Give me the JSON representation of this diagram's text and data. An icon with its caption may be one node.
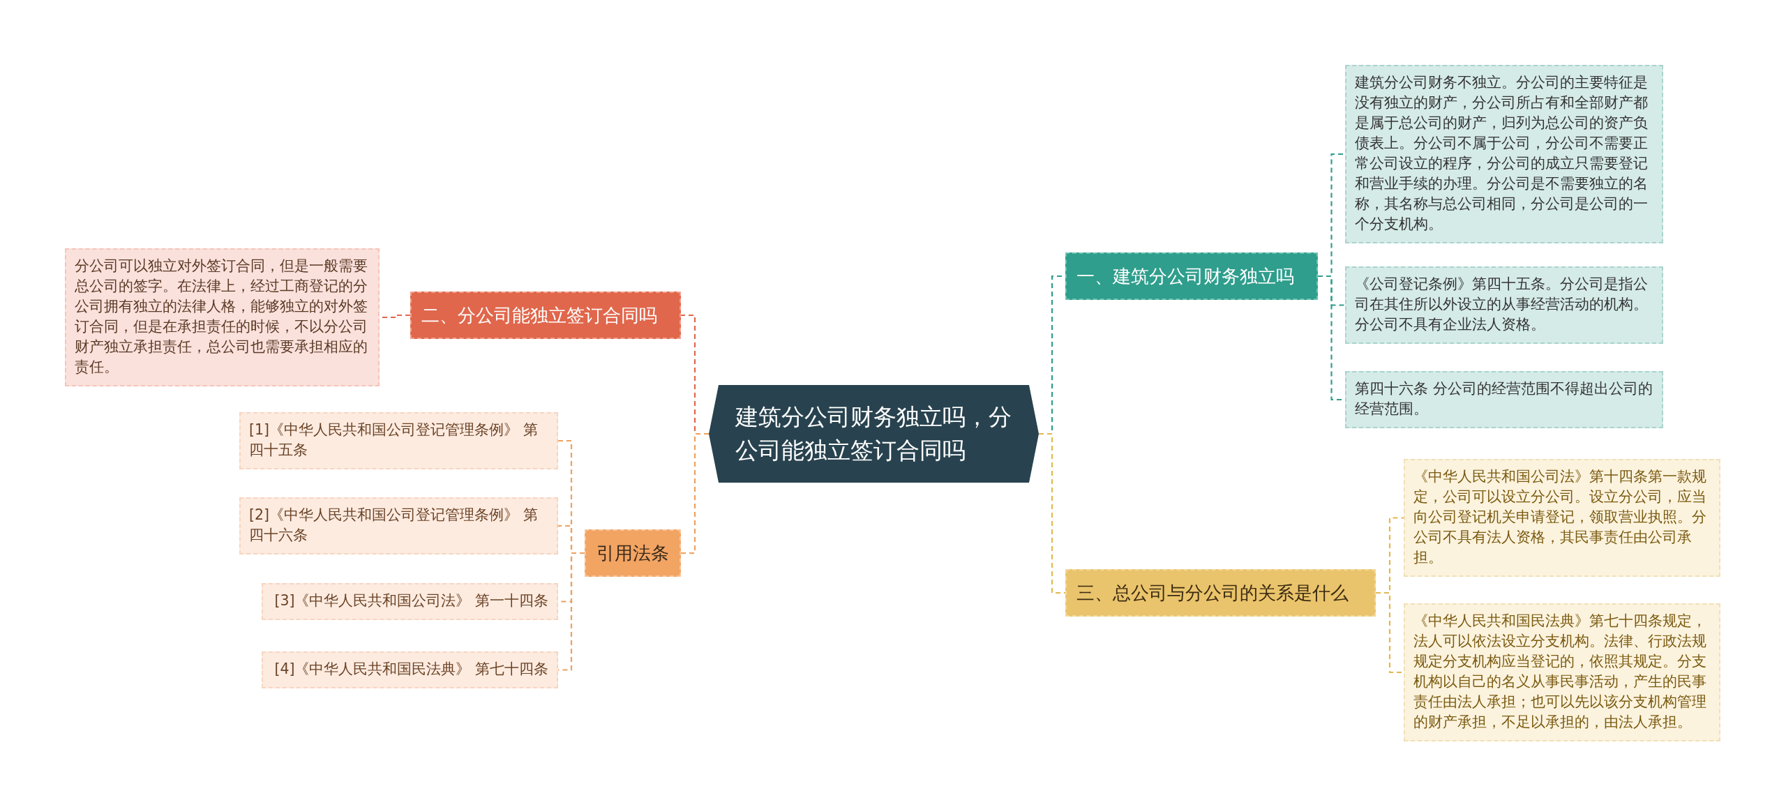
{
  "diagram": {
    "nodes": [
      {
        "text": [
          "建筑分公司财务独立吗，分公司能独立签订合同吗"
        ]
      },
      {
        "text": [
          "一、建筑分公司财务独立吗"
        ]
      },
      {
        "text": [
          "建筑分公司财务不独立。分公司的主要特征是没有独立的财产，分公司所占有和全部财产都是属于总公司的财产，归列为总公司的资产负债表上。分公司不属于公司，分公司不需要正常公司设立的程序，分公司的成立只需要登记和营业手续的办理。分公司是不需要独立的名称，其名称与总公司相同，分公司是公司的一个分支机构。"
        ]
      },
      {
        "text": [
          "《公司登记条例》第四十五条。分公司是指公司在其住所以外设立的从事经营活动的机构。分公司不具有企业法人资格。"
        ]
      },
      {
        "text": [
          "第四十六条  分公司的经营范围不得超出公司的经营范围。"
        ]
      },
      {
        "text": [
          "二、分公司能独立签订合同吗"
        ]
      },
      {
        "text": [
          "分公司可以独立对外签订合同，但是一般需要总公司的签字。在法律上，经过工商登记的分公司拥有独立的法律人格，能够独立的对外签订合同，但是在承担责任的时候，不以分公司财产独立承担责任，总公司也需要承担相应的责任。"
        ]
      },
      {
        "text": [
          "引用法条"
        ]
      },
      {
        "text": [
          "[1]《中华人民共和国公司登记管理条例》 第四十五条"
        ]
      },
      {
        "text": [
          "[2]《中华人民共和国公司登记管理条例》 第四十六条"
        ]
      },
      {
        "text": [
          "[3]《中华人民共和国公司法》 第一十四条"
        ]
      },
      {
        "text": [
          "[4]《中华人民共和国民法典》 第七十四条"
        ]
      },
      {
        "text": [
          "三、总公司与分公司的关系是什么"
        ]
      },
      {
        "text": [
          "《中华人民共和国公司法》第十四条第一款规定，公司可以设立分公司。设立分公司，应当向公司登记机关申请登记，领取营业执照。分公司不具有法人资格，其民事责任由公司承担。"
        ]
      },
      {
        "text": [
          "《中华人民共和国民法典》第七十四条规定，法人可以依法设立分支机构。法律、行政法规规定分支机构应当登记的，依照其规定。分支机构以自己的名义从事民事活动，产生的民事责任由法人承担；也可以先以该分支机构管理的财产承担，不足以承担的，由法人承担。"
        ]
      }
    ],
    "edges": [
      {
        "from": 0,
        "to": 1,
        "arrow": "none",
        "style": "dashed",
        "color": "#2f9e8c"
      },
      {
        "from": 1,
        "to": 2,
        "arrow": "none",
        "style": "dashed",
        "color": "#2f9e8c"
      },
      {
        "from": 1,
        "to": 3,
        "arrow": "none",
        "style": "dashed",
        "color": "#2f9e8c"
      },
      {
        "from": 1,
        "to": 4,
        "arrow": "none",
        "style": "dashed",
        "color": "#2f9e8c"
      },
      {
        "from": 0,
        "to": 5,
        "arrow": "none",
        "style": "dashed",
        "color": "#e0674c"
      },
      {
        "from": 5,
        "to": 6,
        "arrow": "none",
        "style": "dashed",
        "color": "#e0674c"
      },
      {
        "from": 0,
        "to": 7,
        "arrow": "none",
        "style": "dashed",
        "color": "#eea05c"
      },
      {
        "from": 7,
        "to": 8,
        "arrow": "none",
        "style": "dashed",
        "color": "#eea05c"
      },
      {
        "from": 7,
        "to": 9,
        "arrow": "none",
        "style": "dashed",
        "color": "#eea05c"
      },
      {
        "from": 7,
        "to": 10,
        "arrow": "none",
        "style": "dashed",
        "color": "#eea05c"
      },
      {
        "from": 7,
        "to": 11,
        "arrow": "none",
        "style": "dashed",
        "color": "#eea05c"
      },
      {
        "from": 0,
        "to": 12,
        "arrow": "none",
        "style": "dashed",
        "color": "#e2b84f"
      },
      {
        "from": 12,
        "to": 13,
        "arrow": "none",
        "style": "dashed",
        "color": "#e2b84f"
      },
      {
        "from": 12,
        "to": 14,
        "arrow": "none",
        "style": "dashed",
        "color": "#e2b84f"
      }
    ]
  }
}
